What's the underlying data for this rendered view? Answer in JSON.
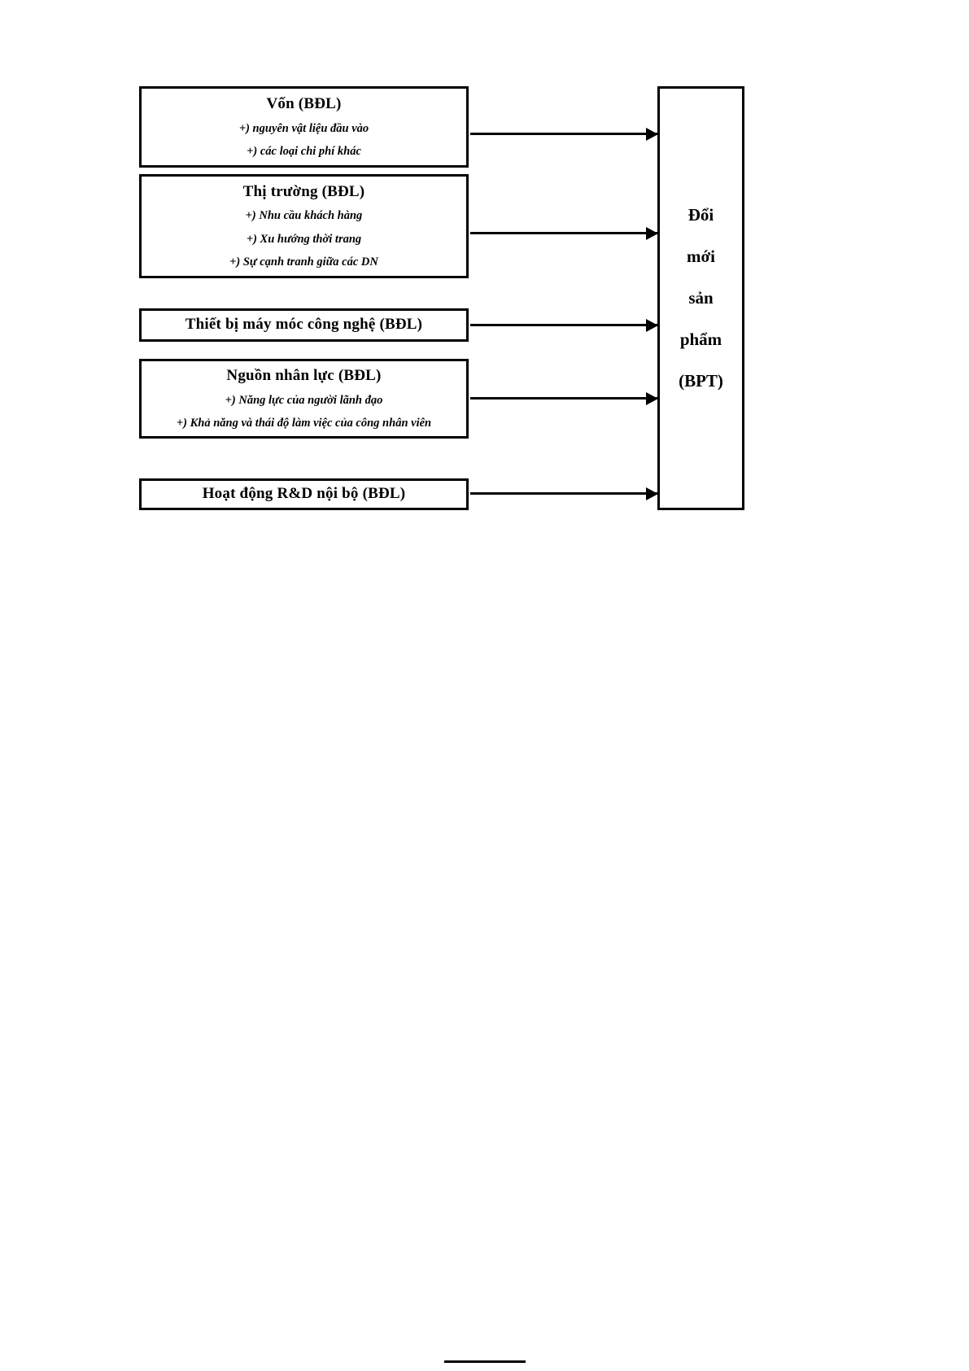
{
  "diagram": {
    "type": "flow-diagram",
    "inputs": [
      {
        "id": "von",
        "title": "Vốn (BĐL)",
        "items": [
          "+) nguyên vật liệu đầu vào",
          "+) các loại chi phí khác"
        ]
      },
      {
        "id": "thi-truong",
        "title": "Thị trường (BĐL)",
        "items": [
          "+) Nhu cầu khách hàng",
          "+) Xu hướng thời trang",
          "+) Sự cạnh tranh giữa các DN"
        ]
      },
      {
        "id": "thiet-bi",
        "title": "Thiết bị máy móc công nghệ (BĐL)",
        "items": []
      },
      {
        "id": "nhan-luc",
        "title": "Nguồn nhân lực (BĐL)",
        "items": [
          "+) Năng lực của  người lãnh đạo",
          "+) Khả năng và thái độ làm việc của công nhân viên"
        ]
      },
      {
        "id": "rnd",
        "title": "Hoạt động R&D nội bộ (BĐL)",
        "items": []
      }
    ],
    "output": {
      "id": "doi-moi-san-pham",
      "lines": [
        "Đổi",
        "mới",
        "sản",
        "phẩm",
        "(BPT)"
      ]
    },
    "arrows": [
      {
        "from": "von",
        "to": "doi-moi-san-pham"
      },
      {
        "from": "thi-truong",
        "to": "doi-moi-san-pham"
      },
      {
        "from": "thiet-bi",
        "to": "doi-moi-san-pham"
      },
      {
        "from": "nhan-luc",
        "to": "doi-moi-san-pham"
      },
      {
        "from": "rnd",
        "to": "doi-moi-san-pham"
      }
    ],
    "colors": {
      "stroke": "#000000",
      "fill": "#ffffff",
      "text": "#000000"
    }
  }
}
